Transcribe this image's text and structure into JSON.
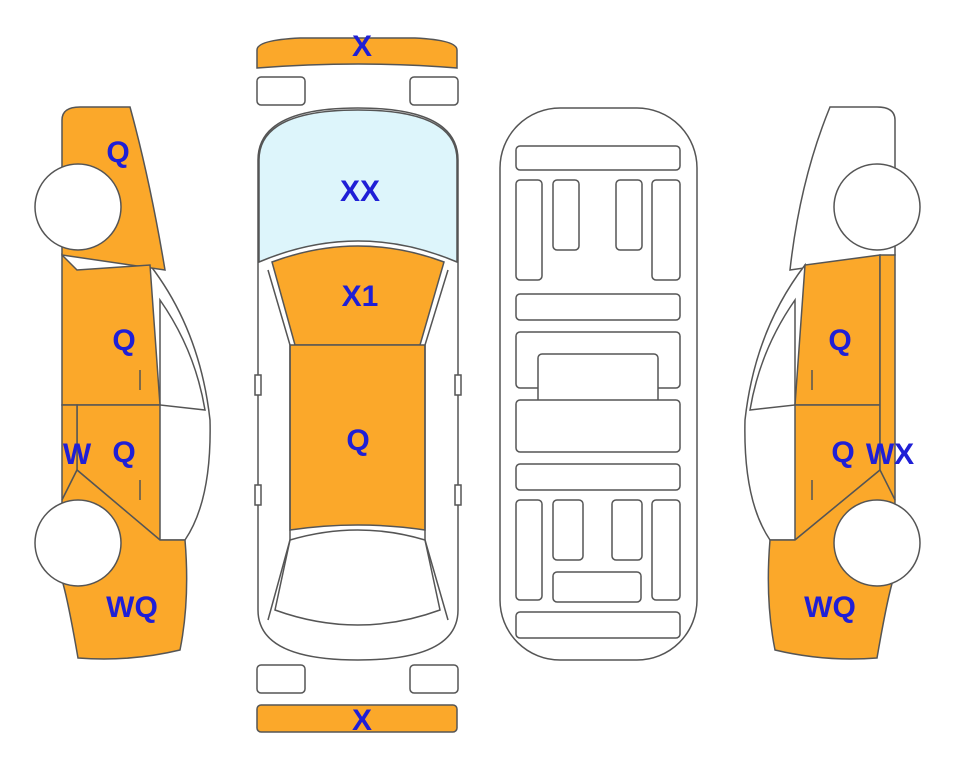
{
  "colors": {
    "damaged": "#fba82a",
    "glass": "#ddf5fb",
    "label": "#1f1fd6",
    "outline": "#555555"
  },
  "top_view": {
    "front_bumper": "X",
    "windshield": "XX",
    "hood": "X1",
    "roof": "Q",
    "rear_bumper": "X"
  },
  "left_side": {
    "front_fender": "Q",
    "front_door": "Q",
    "rear_door": "Q",
    "rocker": "W",
    "rear_quarter": "WQ"
  },
  "right_side": {
    "front_door": "Q",
    "rear_door": "Q",
    "rocker": "WX",
    "rear_quarter": "WQ"
  }
}
